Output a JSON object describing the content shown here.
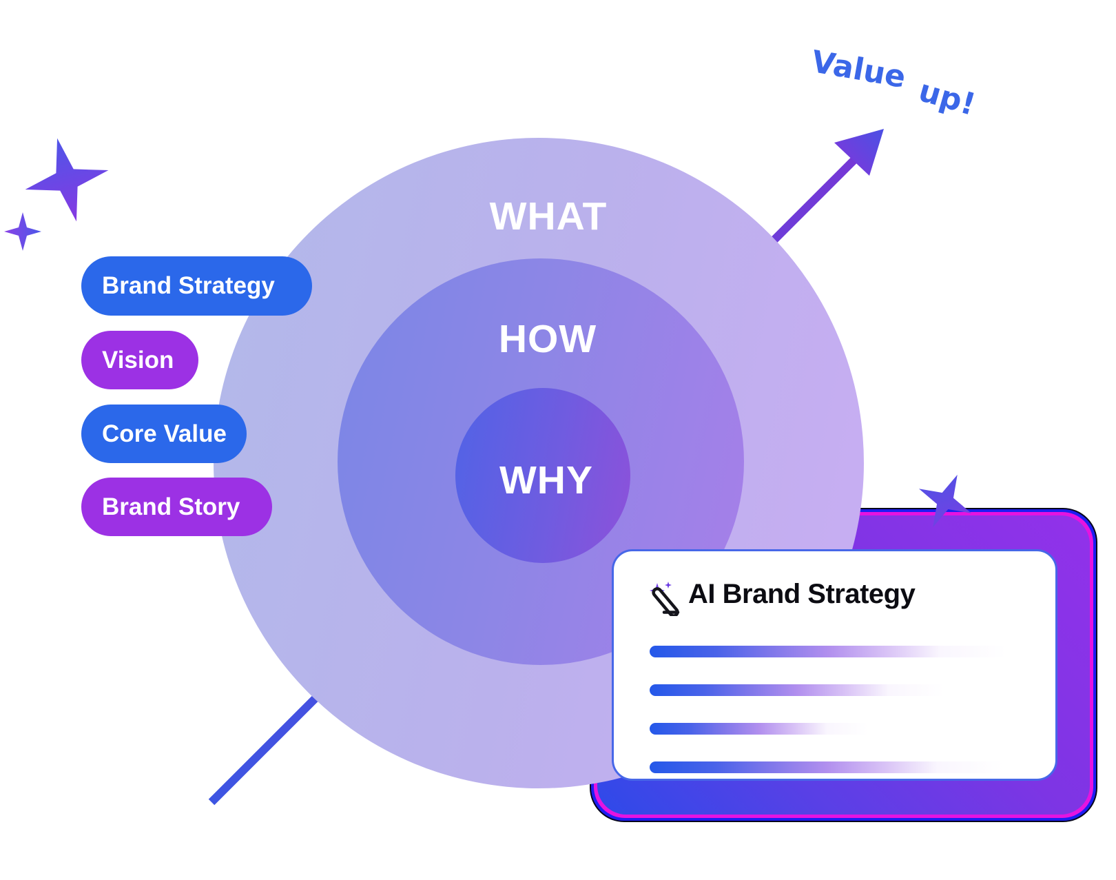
{
  "golden_circle": {
    "outer_label": "WHAT",
    "middle_label": "HOW",
    "inner_label": "WHY"
  },
  "pills": [
    {
      "label": "Brand Strategy",
      "color": "#2b68ea"
    },
    {
      "label": "Vision",
      "color": "#9c31e4"
    },
    {
      "label": "Core Value",
      "color": "#2b68ea"
    },
    {
      "label": "Brand Story",
      "color": "#9c31e4"
    }
  ],
  "annotation": {
    "text": "Value up!",
    "word1": "Value",
    "word2": "up!",
    "color": "#3b67e8"
  },
  "ai_card": {
    "title": "AI Brand Strategy",
    "icon": "pen-sparkle-icon",
    "placeholder_lines": 4
  },
  "colors": {
    "outer_circle_gradient": [
      "#b2b9ea",
      "#c9adf3"
    ],
    "middle_circle_gradient": [
      "#7b86e6",
      "#a77fe9"
    ],
    "inner_circle_gradient": [
      "#5163e6",
      "#8d51da"
    ],
    "back_card_gradient": [
      "#9232ea",
      "#2e4ae9"
    ],
    "back_card_edge_magenta": "#e414e0",
    "back_card_edge_blue": "#1d1df2",
    "arrow_blue": "#3d55e2",
    "arrow_purple": "#7836d5"
  }
}
